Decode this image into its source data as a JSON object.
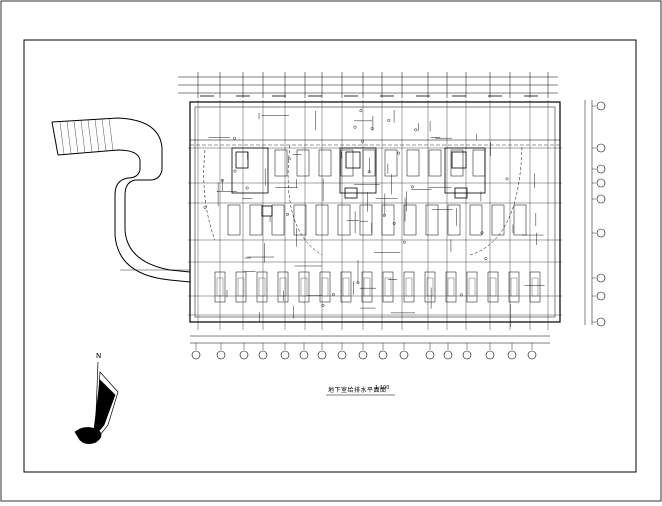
{
  "drawing": {
    "title": "地下室给排水平面图",
    "scale": "1:100",
    "north_label": "N"
  },
  "colors": {
    "background": "#ffffff",
    "linework": "#000000"
  },
  "icons": [
    "north-arrow-icon",
    "axis-bubble-icon"
  ]
}
